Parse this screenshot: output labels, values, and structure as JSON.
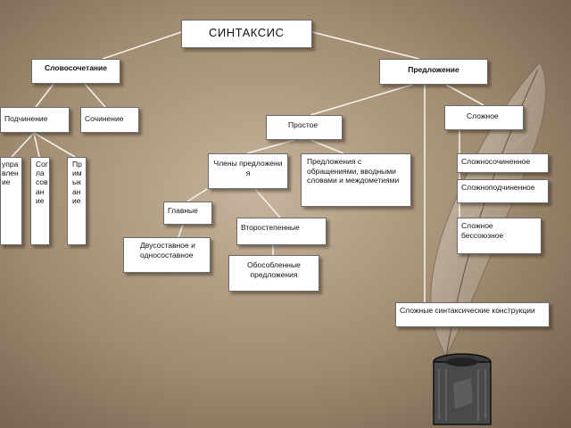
{
  "title": "СИНТАКСИС",
  "nodes": {
    "slovosochetanie": "Словосочетание",
    "predlozhenie": "Предложение",
    "podchinenie": "Подчинение",
    "sochinenie": "Сочинение",
    "upravlenie": "управление",
    "soglasovanie": "Согласование",
    "primykanie": "Примыкание",
    "prostoe": "Простое",
    "slozhnoe": "Сложное",
    "chleny": "Члены предложения",
    "obrashcheniya": "Предложения с обращениями, вводными словами и междометиями",
    "glavnye": "Главные",
    "vtorostepennye": "Второстепенные",
    "dvusostavnoe": "Двусоставное и односоставное",
    "obosoblennye": "Обособленные предложения",
    "slozhnosochinennoe": "Сложносочиненное",
    "slozhnopodchinennoe": "Сложноподчиненное",
    "bessoyuznoe": "Сложное бессоюзное",
    "konstruktsii": "Сложные синтаксические конструкции"
  },
  "colors": {
    "background": "#b19c82",
    "box": "#ffffff",
    "connector": "#f4f0ea"
  },
  "icons": [
    "quill-icon",
    "inkwell-icon"
  ]
}
